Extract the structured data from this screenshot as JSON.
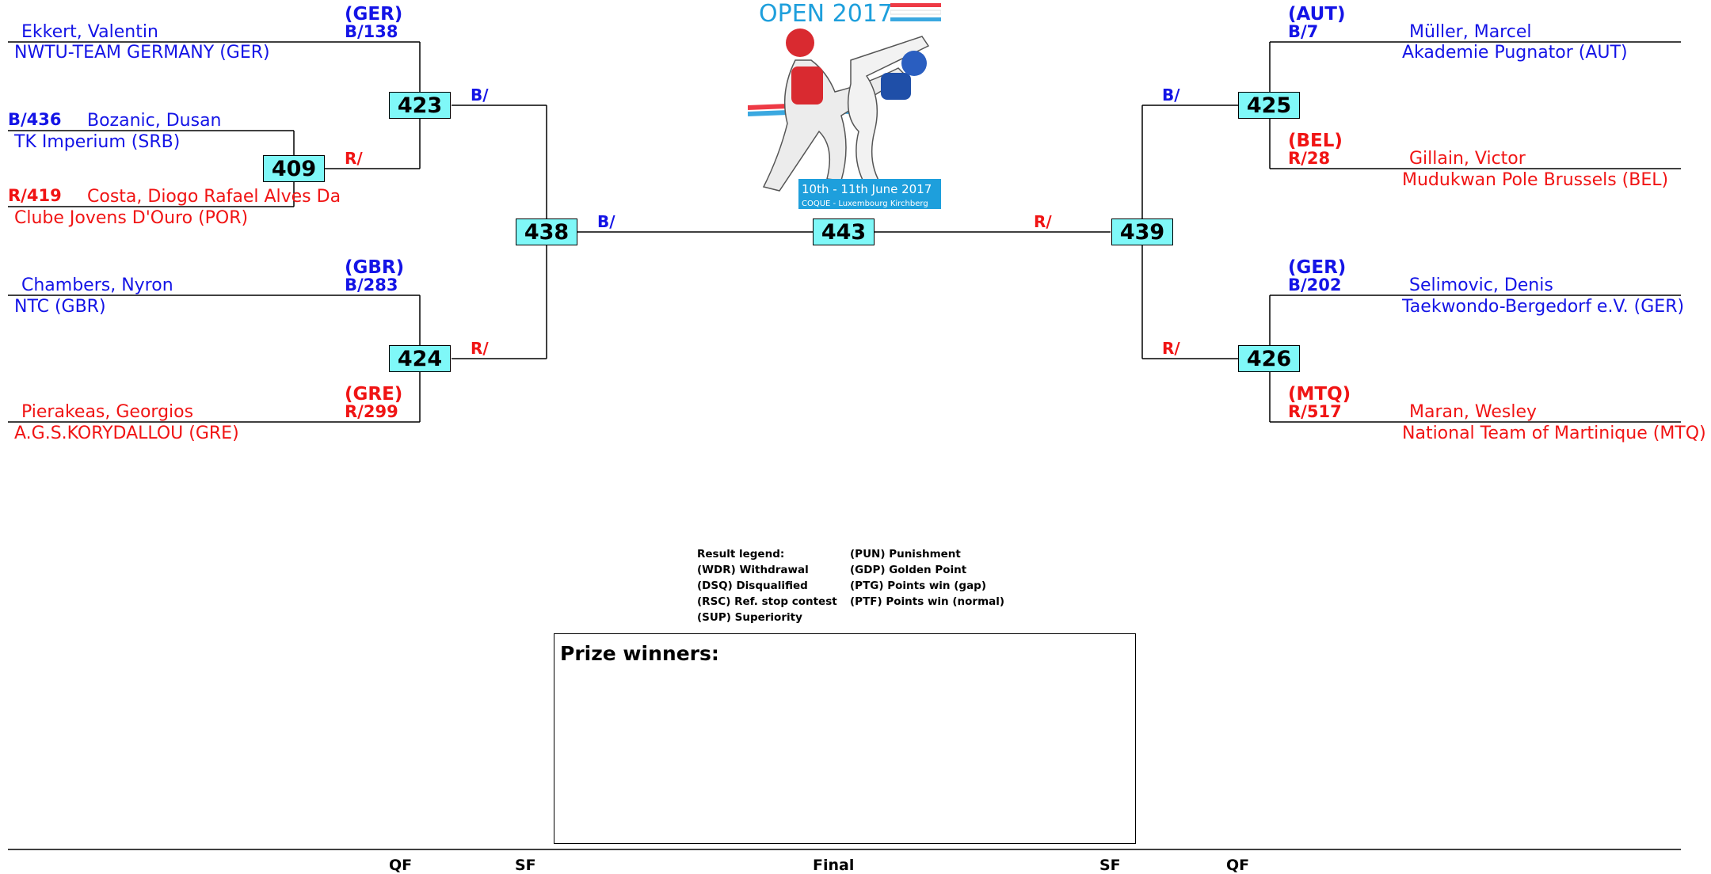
{
  "logo": {
    "title": "OPEN 2017",
    "dates": "10th - 11th June 2017",
    "venue": "COQUE - Luxembourg Kirchberg"
  },
  "left": {
    "top": {
      "blue": {
        "country": "(GER)",
        "code": "B/138",
        "name": "Ekkert, Valentin",
        "club": "NWTU-TEAM GERMANY (GER)"
      },
      "blue2": {
        "code": "B/436",
        "name": "Bozanic, Dusan",
        "club": "TK Imperium (SRB)"
      },
      "red2": {
        "code": "R/419",
        "name": "Costa, Diogo Rafael Alves Da",
        "club": "Clube Jovens D'Ouro (POR)"
      }
    },
    "bottom": {
      "blue": {
        "country": "(GBR)",
        "code": "B/283",
        "name": "Chambers, Nyron",
        "club": "NTC (GBR)"
      },
      "red": {
        "country": "(GRE)",
        "code": "R/299",
        "name": "Pierakeas, Georgios",
        "club": "A.G.S.KORYDALLOU (GRE)"
      }
    }
  },
  "right": {
    "top": {
      "blue": {
        "country": "(AUT)",
        "code": "B/7",
        "name": "Müller, Marcel",
        "club": "Akademie Pugnator (AUT)"
      },
      "red": {
        "country": "(BEL)",
        "code": "R/28",
        "name": "Gillain, Victor",
        "club": "Mudukwan Pole Brussels (BEL)"
      }
    },
    "bottom": {
      "blue": {
        "country": "(GER)",
        "code": "B/202",
        "name": "Selimovic, Denis",
        "club": "Taekwondo-Bergedorf e.V. (GER)"
      },
      "red": {
        "country": "(MTQ)",
        "code": "R/517",
        "name": "Maran, Wesley",
        "club": "National Team of Martinique (MTQ)"
      }
    }
  },
  "matches": {
    "m409": "409",
    "m423": "423",
    "m424": "424",
    "m438": "438",
    "m443": "443",
    "m439": "439",
    "m425": "425",
    "m426": "426"
  },
  "results": {
    "r409": "R/",
    "r423": "B/",
    "r424": "R/",
    "r438": "B/",
    "r439": "R/",
    "r425": "B/",
    "r426": "R/"
  },
  "legend": {
    "title": "Result legend:",
    "col1": [
      "(WDR) Withdrawal",
      "(DSQ) Disqualified",
      "(RSC) Ref. stop contest",
      "(SUP) Superiority"
    ],
    "col2": [
      "(PUN) Punishment",
      "(GDP) Golden Point",
      "(PTG) Points win (gap)",
      "(PTF) Points win (normal)"
    ]
  },
  "prize": {
    "title": "Prize winners:"
  },
  "rounds": {
    "qf_left": "QF",
    "sf_left": "SF",
    "final": "Final",
    "sf_right": "SF",
    "qf_right": "QF"
  },
  "colors": {
    "blue": "#1414e6",
    "red": "#f01414",
    "match_fill": "#7ff8f8",
    "logo_blue": "#1e9fdc"
  }
}
